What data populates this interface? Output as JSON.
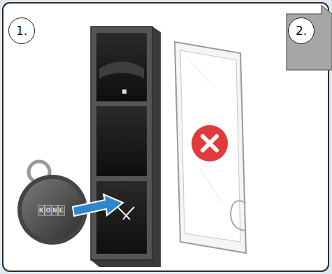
{
  "diagram": {
    "nodes": [
      {
        "text": [
          "1."
        ]
      },
      {
        "text": [
          "2."
        ]
      }
    ],
    "labels": [
      "KONE"
    ]
  }
}
